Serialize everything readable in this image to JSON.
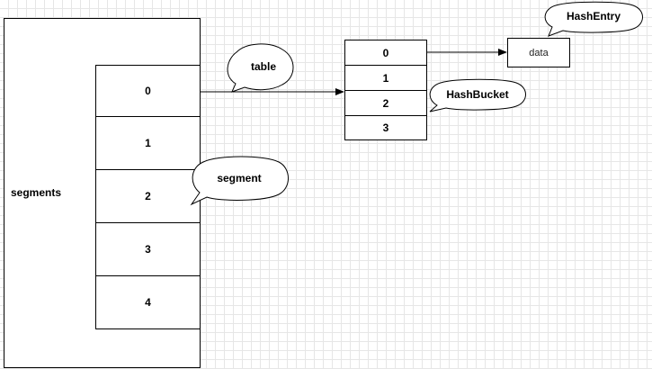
{
  "segments": {
    "label": "segments",
    "cells": [
      "0",
      "1",
      "2",
      "3",
      "4"
    ]
  },
  "table": {
    "cells": [
      "0",
      "1",
      "2",
      "3"
    ]
  },
  "data_box": {
    "label": "data"
  },
  "callouts": {
    "table": "table",
    "segment": "segment",
    "hash_bucket": "HashBucket",
    "hash_entry": "HashEntry"
  }
}
